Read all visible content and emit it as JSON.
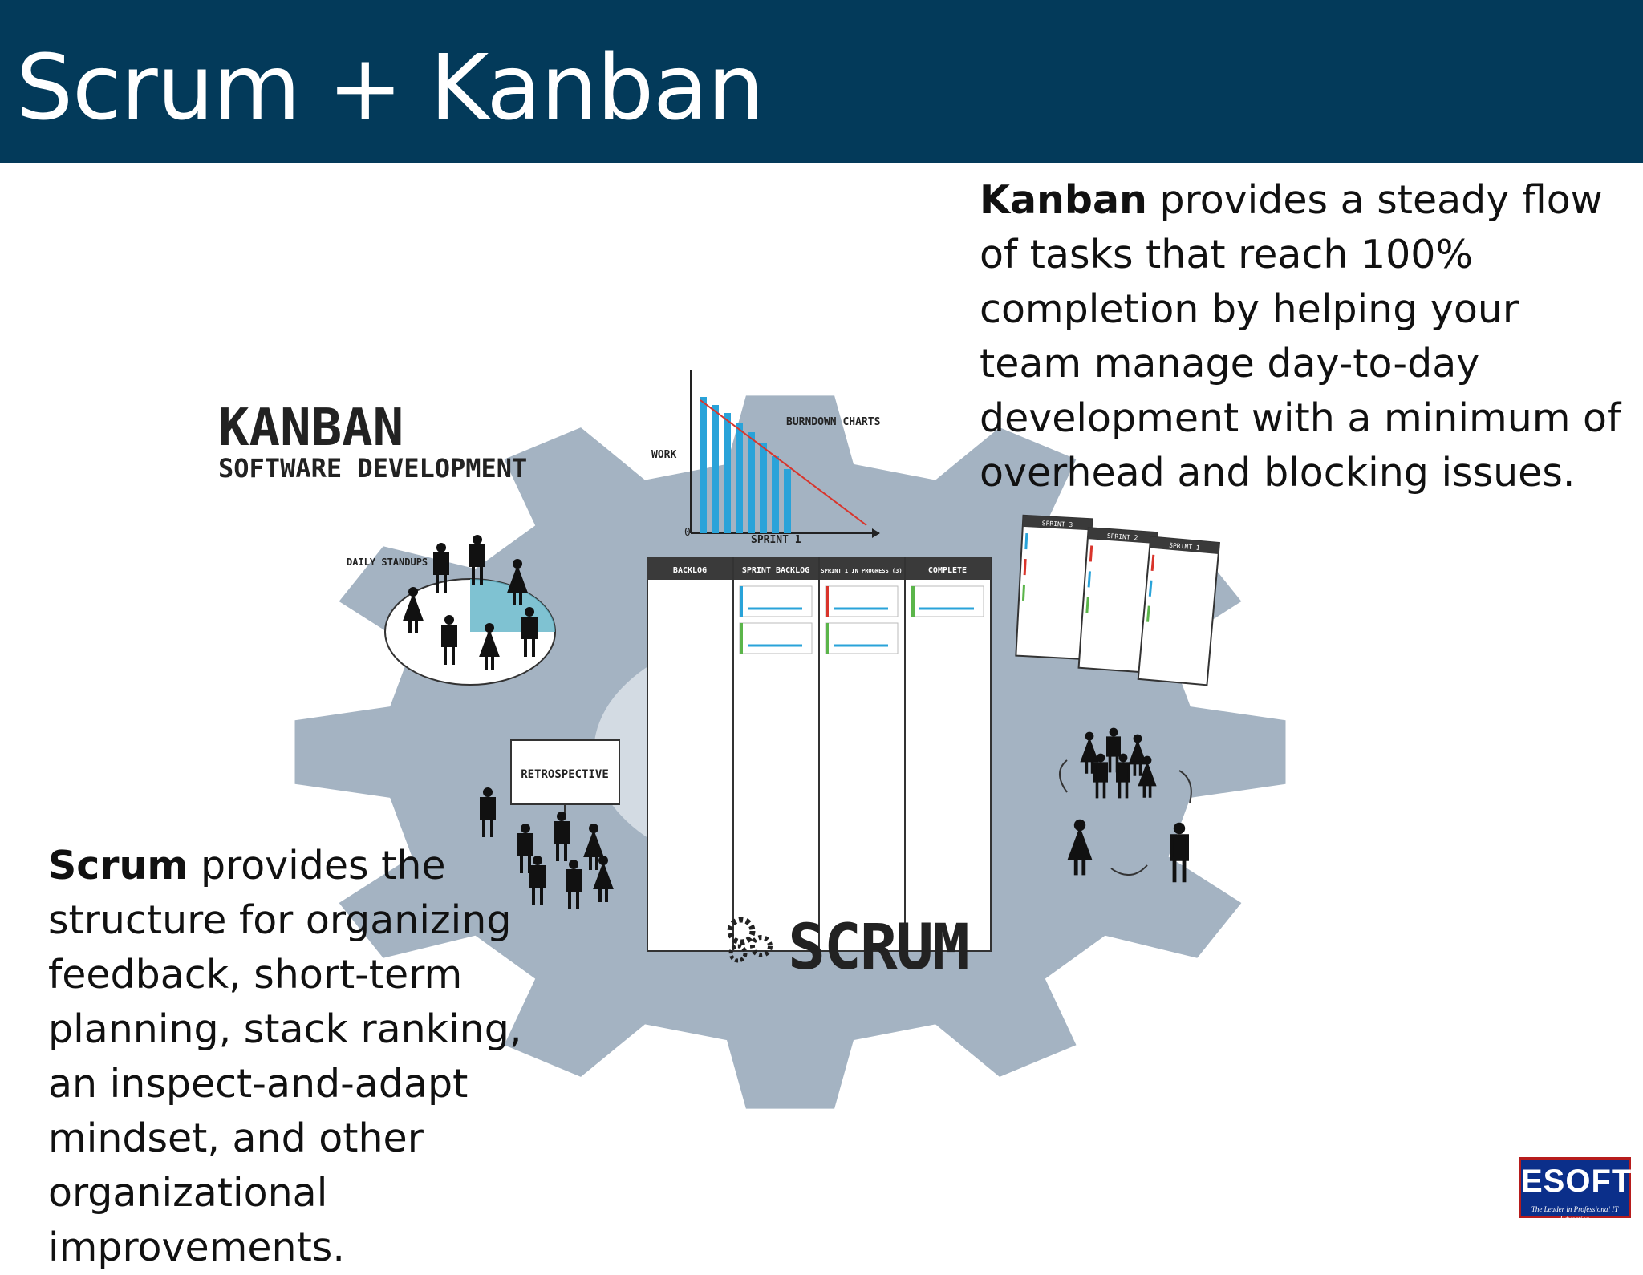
{
  "slide": {
    "title": "Scrum + Kanban"
  },
  "kanban_note": {
    "keyword": "Kanban",
    "text": " provides a steady flow of tasks that reach 100% completion by helping your team manage day-to-day development with a minimum of overhead and blocking issues."
  },
  "scrum_note": {
    "keyword": "Scrum",
    "text": " provides the structure for organizing feedback, short-term planning, stack ranking, an inspect-and-adapt mindset, and other organizational improvements."
  },
  "diagram": {
    "kanban_title": "KANBAN",
    "kanban_subtitle": "SOFTWARE DEVELOPMENT",
    "burndown_label": "BURNDOWN CHARTS",
    "work_label": "WORK",
    "sprint_label": "SPRINT 1",
    "zero_label": "0",
    "daily_standups_label": "DAILY STANDUPS",
    "retrospective_label": "RETROSPECTIVE",
    "scrum_label": "SCRUM",
    "board_columns": [
      "BACKLOG",
      "SPRINT BACKLOG",
      "SPRINT 1 IN PROGRESS (3)",
      "COMPLETE"
    ],
    "sprint_cards": [
      "SPRINT 3",
      "SPRINT 2",
      "SPRINT 1"
    ],
    "gear_color": "#a4b3c2",
    "accent_color": "#29a3d9"
  },
  "logo": {
    "word": "ESOFT",
    "tagline": "The Leader in Professional IT Education"
  }
}
